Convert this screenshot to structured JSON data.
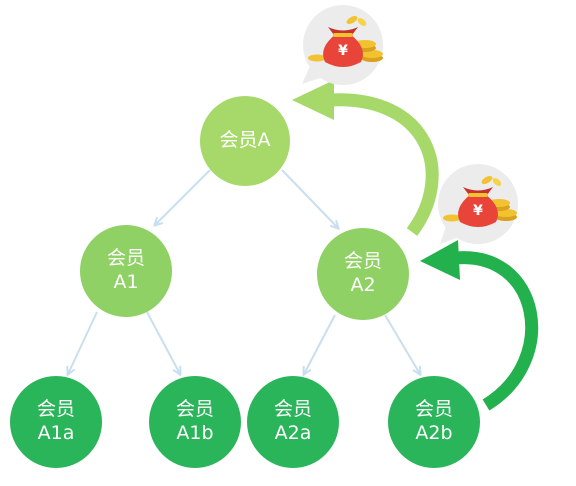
{
  "nodes": {
    "a": {
      "line1": "会员A",
      "line2": ""
    },
    "a1": {
      "line1": "会员",
      "line2": "A1"
    },
    "a2": {
      "line1": "会员",
      "line2": "A2"
    },
    "a1a": {
      "line1": "会员",
      "line2": "A1a"
    },
    "a1b": {
      "line1": "会员",
      "line2": "A1b"
    },
    "a2a": {
      "line1": "会员",
      "line2": "A2a"
    },
    "a2b": {
      "line1": "会员",
      "line2": "A2b"
    }
  },
  "reward_badges": [
    {
      "symbol": "¥",
      "icon": "money-bag-icon"
    },
    {
      "symbol": "¥",
      "icon": "money-bag-icon"
    }
  ],
  "colors": {
    "top_node": "#a6d96a",
    "mid_node": "#8fd164",
    "bottom_node": "#2bb55a",
    "tree_line": "#c9dff0",
    "light_arrow": "#a6d96a",
    "dark_arrow": "#22b14c",
    "bubble": "#ececec",
    "bag": "#e8443a",
    "coin": "#f2c230"
  }
}
